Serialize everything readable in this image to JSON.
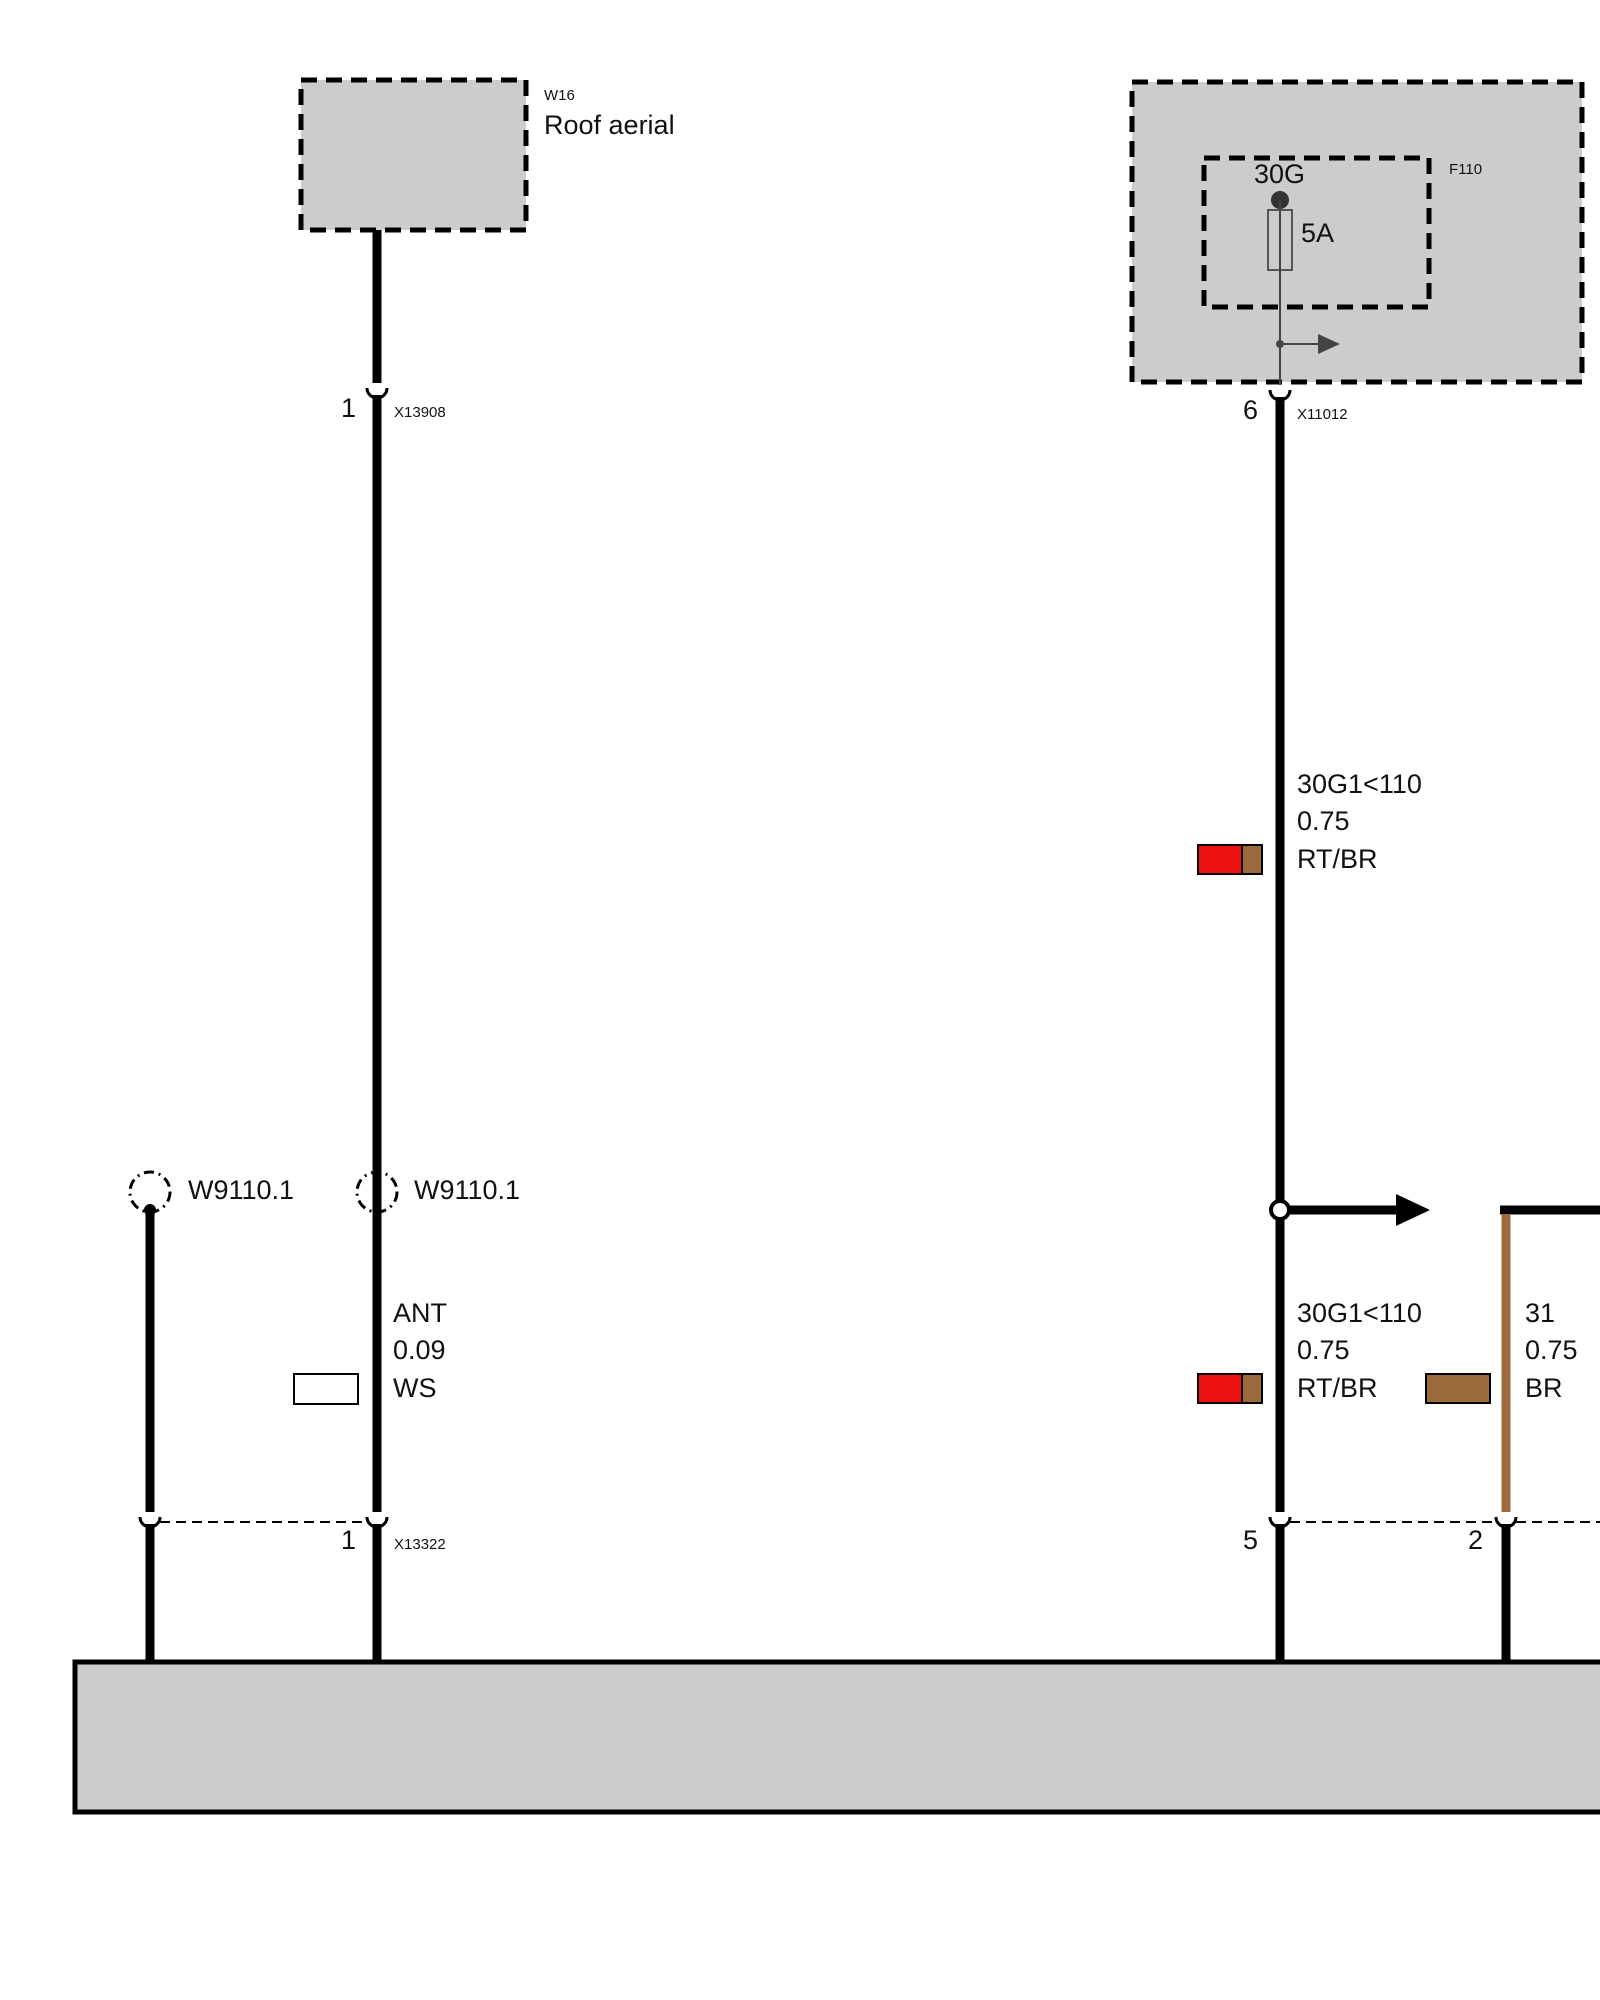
{
  "colors": {
    "component_fill": "#cccccc",
    "wire_black": "#000000",
    "wire_brown": "#9a6a3a",
    "red": "#ee1111",
    "brown": "#9a6a3a",
    "white": "#ffffff",
    "fuse_line": "#444444"
  },
  "components": {
    "roof_aerial": {
      "code": "W16",
      "name": "Roof aerial"
    },
    "fuse": {
      "code": "F110",
      "terminal": "30G",
      "rating": "5A"
    }
  },
  "connectors": {
    "antenna_top": {
      "id": "X13908",
      "pin": "1"
    },
    "fuse_out": {
      "id": "X11012",
      "pin": "6"
    },
    "antenna_bottom": {
      "id": "X13322",
      "pin": "1"
    },
    "power_bottom": {
      "pin": "5"
    },
    "ground_bottom": {
      "pin": "2"
    }
  },
  "shield_points": {
    "left": "W9110.1",
    "right": "W9110.1"
  },
  "wires": {
    "power_upper": {
      "signal": "30G1<110",
      "gauge": "0.75",
      "color": "RT/BR"
    },
    "antenna": {
      "signal": "ANT",
      "gauge": "0.09",
      "color": "WS"
    },
    "power_lower": {
      "signal": "30G1<110",
      "gauge": "0.75",
      "color": "RT/BR"
    },
    "ground": {
      "signal": "31",
      "gauge": "0.75",
      "color": "BR"
    }
  }
}
